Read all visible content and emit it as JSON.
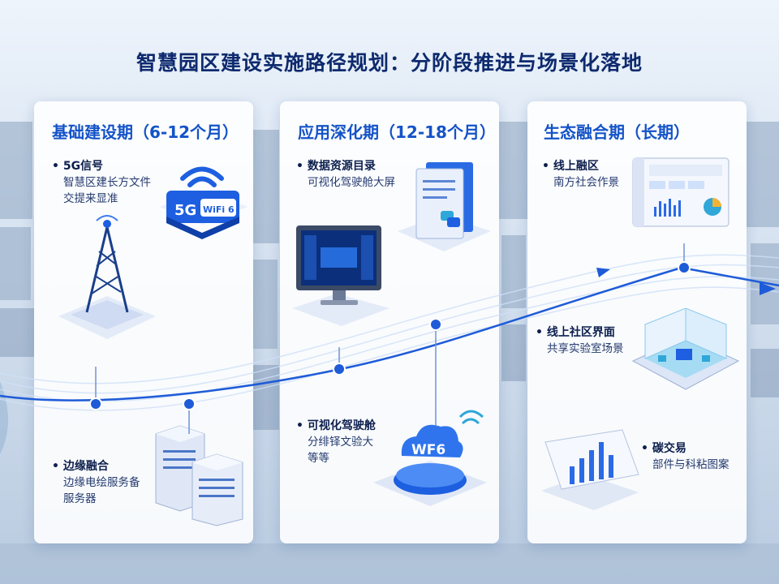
{
  "title": "智慧园区建设实施路径规划：分阶段推进与场景化落地",
  "phases": [
    {
      "title": "基础建设期（6-12个月）",
      "items": [
        {
          "head": "5G信号",
          "desc": [
            "智慧区建长方文件",
            "交提来显准"
          ]
        },
        {
          "head": "边缘融合",
          "desc": [
            "边缘电绘服务备",
            "服务器"
          ]
        }
      ],
      "badge_5g": "5G",
      "badge_wifi": "WiFi 6"
    },
    {
      "title": "应用深化期（12-18个月）",
      "items": [
        {
          "head": "数据资源目录",
          "desc": [
            "可视化驾驶舱大屏"
          ]
        },
        {
          "head": "可视化驾驶舱",
          "desc": [
            "分绯铎文验大",
            "等等"
          ]
        }
      ],
      "badge_wf6": "WF6"
    },
    {
      "title": "生态融合期（长期）",
      "items": [
        {
          "head": "线上融区",
          "desc": [
            "南方社会作景"
          ]
        },
        {
          "head": "线上社区界面",
          "desc": [
            "共享实验室场景"
          ]
        },
        {
          "head": "碳交易",
          "desc": [
            "部件与科粘图案"
          ]
        }
      ]
    }
  ],
  "colors": {
    "accent": "#1453c8",
    "line": "#1e5bd8",
    "title": "#0e2a6e"
  }
}
